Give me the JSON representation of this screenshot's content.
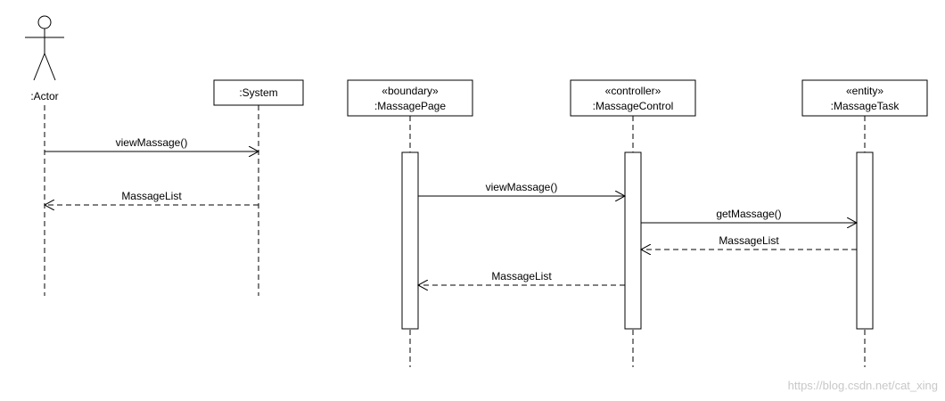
{
  "diagram": {
    "actor": {
      "label": ":Actor",
      "icon": "stick-figure-icon"
    },
    "objects": [
      {
        "id": "system",
        "lines": [
          ":System"
        ]
      },
      {
        "id": "page",
        "lines": [
          "«boundary»",
          ":MassagePage"
        ]
      },
      {
        "id": "control",
        "lines": [
          "«controller»",
          ":MassageControl"
        ]
      },
      {
        "id": "task",
        "lines": [
          "«entity»",
          ":MassageTask"
        ]
      }
    ],
    "messages": [
      {
        "label": "viewMassage()",
        "from": "actor",
        "to": "system",
        "kind": "call"
      },
      {
        "label": "MassageList",
        "from": "system",
        "to": "actor",
        "kind": "return"
      },
      {
        "label": "viewMassage()",
        "from": "page",
        "to": "control",
        "kind": "call"
      },
      {
        "label": "getMassage()",
        "from": "control",
        "to": "task",
        "kind": "call"
      },
      {
        "label": "MassageList",
        "from": "task",
        "to": "control",
        "kind": "return"
      },
      {
        "label": "MassageList",
        "from": "control",
        "to": "page",
        "kind": "return"
      }
    ]
  },
  "watermark": "https://blog.csdn.net/cat_xing"
}
